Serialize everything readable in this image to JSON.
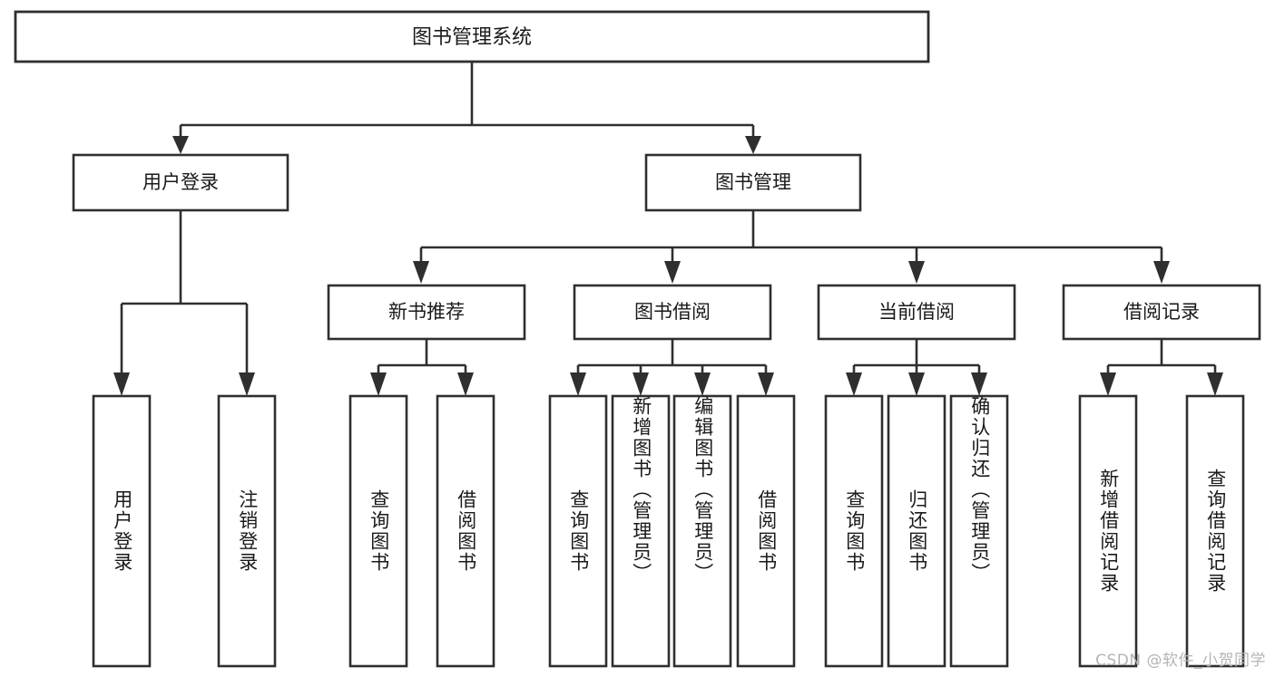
{
  "diagram": {
    "title": "图书管理系统",
    "type": "tree-hierarchy",
    "watermark": "CSDN @软件_小贺同学",
    "colors": {
      "stroke": "#2f2f2f",
      "box_fill": "#ffffff",
      "text": "#1a1a1a",
      "background": "#ffffff",
      "watermark": "#b4b4b4"
    },
    "root": {
      "label": "图书管理系统"
    },
    "level1": [
      {
        "label": "用户登录"
      },
      {
        "label": "图书管理"
      }
    ],
    "level2": [
      {
        "label": "新书推荐"
      },
      {
        "label": "图书借阅"
      },
      {
        "label": "当前借阅"
      },
      {
        "label": "借阅记录"
      }
    ],
    "leaves": {
      "user_login": [
        {
          "label": "用户登录"
        },
        {
          "label": "注销登录"
        }
      ],
      "new_book": [
        {
          "label": "查询图书"
        },
        {
          "label": "借阅图书"
        }
      ],
      "book_borrow": [
        {
          "label": "查询图书"
        },
        {
          "label": "新增图书（管理员）"
        },
        {
          "label": "编辑图书（管理员）"
        },
        {
          "label": "借阅图书"
        }
      ],
      "current_borrow": [
        {
          "label": "查询图书"
        },
        {
          "label": "归还图书"
        },
        {
          "label": "确认归还（管理员）"
        }
      ],
      "borrow_record": [
        {
          "label": "新增借阅记录"
        },
        {
          "label": "查询借阅记录"
        }
      ]
    }
  }
}
